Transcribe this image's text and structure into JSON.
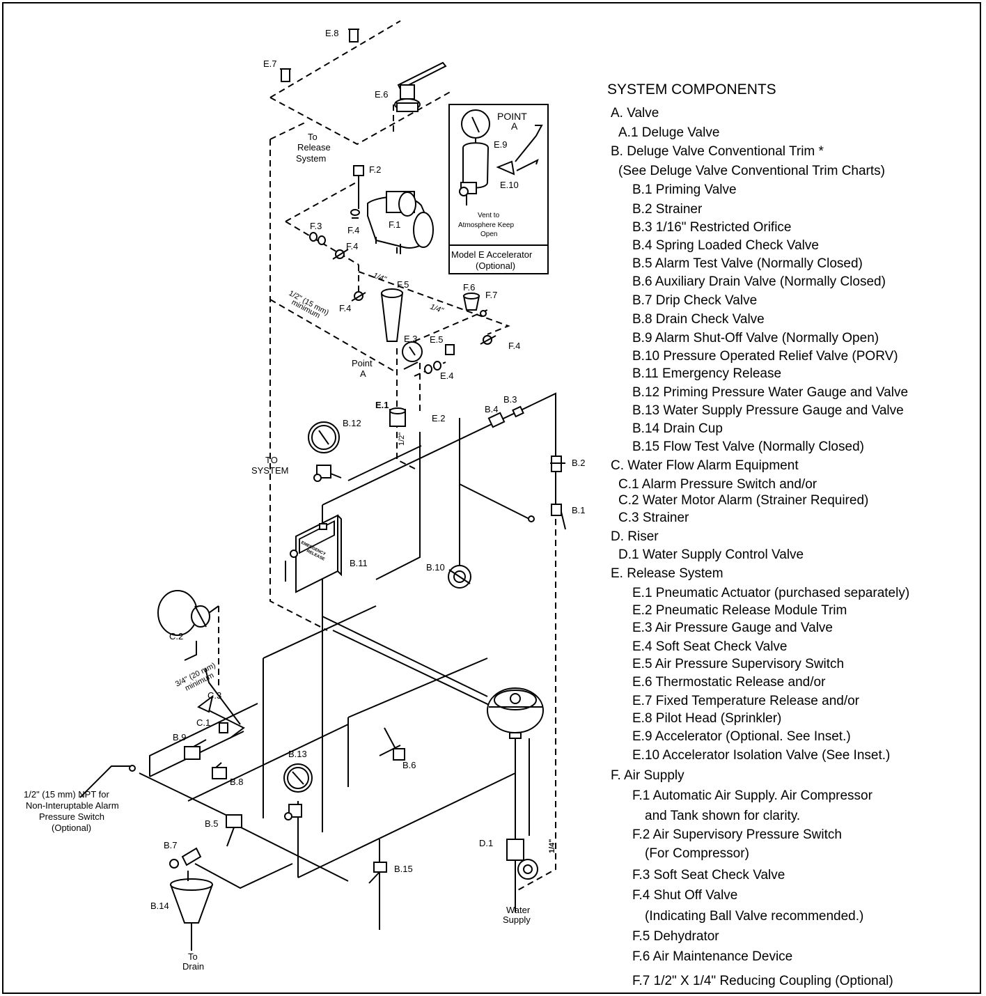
{
  "legend": {
    "title": "SYSTEM COMPONENTS",
    "items": [
      {
        "text": "A. Valve",
        "indent": 0
      },
      {
        "text": "A.1  Deluge Valve",
        "indent": 1
      },
      {
        "text": "B. Deluge Valve Conventional Trim *",
        "indent": 0
      },
      {
        "text": "(See Deluge Valve Conventional Trim Charts)",
        "indent": 1
      },
      {
        "text": "B.1  Priming Valve",
        "indent": 2
      },
      {
        "text": "B.2  Strainer",
        "indent": 2
      },
      {
        "text": "B.3  1/16\" Restricted Orifice",
        "indent": 2
      },
      {
        "text": "B.4  Spring Loaded Check Valve",
        "indent": 2
      },
      {
        "text": "B.5  Alarm Test Valve (Normally Closed)",
        "indent": 2
      },
      {
        "text": "B.6  Auxiliary Drain Valve (Normally Closed)",
        "indent": 2
      },
      {
        "text": "B.7  Drip Check Valve",
        "indent": 2
      },
      {
        "text": "B.8  Drain Check Valve",
        "indent": 2
      },
      {
        "text": "B.9  Alarm Shut-Off Valve (Normally Open)",
        "indent": 2
      },
      {
        "text": "B.10 Pressure Operated Relief Valve (PORV)",
        "indent": 2
      },
      {
        "text": "B.11 Emergency Release",
        "indent": 2
      },
      {
        "text": "B.12 Priming Pressure Water Gauge and Valve",
        "indent": 2
      },
      {
        "text": "B.13 Water Supply Pressure Gauge and Valve",
        "indent": 2
      },
      {
        "text": "B.14 Drain Cup",
        "indent": 2
      },
      {
        "text": "B.15 Flow Test Valve (Normally Closed)",
        "indent": 2
      },
      {
        "text": "C. Water Flow Alarm Equipment",
        "indent": 0
      },
      {
        "text": "C.1  Alarm Pressure Switch and/or",
        "indent": 1
      },
      {
        "text": "C.2  Water Motor Alarm (Strainer Required)",
        "indent": 1
      },
      {
        "text": "C.3  Strainer",
        "indent": 1
      },
      {
        "text": "D. Riser",
        "indent": 0
      },
      {
        "text": "D.1  Water Supply Control Valve",
        "indent": 1
      },
      {
        "text": "E. Release System",
        "indent": 0
      },
      {
        "text": "E.1  Pneumatic Actuator (purchased separately)",
        "indent": 2
      },
      {
        "text": "E.2  Pneumatic Release Module Trim",
        "indent": 2
      },
      {
        "text": "E.3  Air Pressure Gauge and Valve",
        "indent": 2
      },
      {
        "text": "E.4  Soft Seat Check Valve",
        "indent": 2
      },
      {
        "text": "E.5  Air Pressure Supervisory Switch",
        "indent": 2
      },
      {
        "text": "E.6  Thermostatic Release and/or",
        "indent": 2
      },
      {
        "text": "E.7  Fixed Temperature Release and/or",
        "indent": 2
      },
      {
        "text": "E.8  Pilot Head (Sprinkler)",
        "indent": 2
      },
      {
        "text": "E.9  Accelerator (Optional. See Inset.)",
        "indent": 2
      },
      {
        "text": "E.10 Accelerator Isolation Valve (See Inset.)",
        "indent": 2
      },
      {
        "text": "F. Air Supply",
        "indent": 0
      },
      {
        "text": "F.1  Automatic Air Supply. Air Compressor",
        "indent": 2
      },
      {
        "text": "and Tank shown for clarity.",
        "indent": 3
      },
      {
        "text": "F.2  Air Supervisory Pressure Switch",
        "indent": 2
      },
      {
        "text": "(For Compressor)",
        "indent": 3
      },
      {
        "text": "F.3  Soft Seat Check Valve",
        "indent": 2
      },
      {
        "text": "F.4  Shut Off Valve",
        "indent": 2
      },
      {
        "text": "(Indicating Ball Valve recommended.)",
        "indent": 3
      },
      {
        "text": "F.5  Dehydrator",
        "indent": 2
      },
      {
        "text": "F.6  Air Maintenance Device",
        "indent": 2
      },
      {
        "text": "F.7  1/2\" X 1/4\" Reducing Coupling (Optional)",
        "indent": 2
      }
    ]
  },
  "labels": {
    "e8": "E.8",
    "e7": "E.7",
    "e6": "E.6",
    "f2": "F.2",
    "f1": "F.1",
    "f3": "F.3",
    "f4a": "F.4",
    "f4b": "F.4",
    "f4c": "F.4",
    "f4d": "F.4",
    "f5": "F.5",
    "f6": "F.6",
    "f7": "F.7",
    "e3": "E.3",
    "e5": "E.5",
    "e4": "E.4",
    "e1": "E.1",
    "e2": "E.2",
    "b3": "B.3",
    "b4": "B.4",
    "b12": "B.12",
    "b2": "B.2",
    "b1": "B.1",
    "b11": "B.11",
    "b10": "B.10",
    "c2": "C.2",
    "c3": "C.3",
    "c1": "C.1",
    "b9": "B.9",
    "b8": "B.8",
    "b13": "B.13",
    "b6": "B.6",
    "b5": "B.5",
    "b7": "B.7",
    "b14": "B.14",
    "b15": "B.15",
    "d1": "D.1",
    "to_release_1": "To",
    "to_release_2": "Release",
    "to_release_3": "System",
    "to_system_1": "TO",
    "to_system_2": "SYSTEM",
    "point_a_1": "Point",
    "point_a_2": "A",
    "half_inch_min_1": "1/2\" (15 mm)",
    "half_inch_min_2": "minimum",
    "quarter_1": "1/4\"",
    "quarter_2": "1/4\"",
    "quarter_riser": "1/4\"",
    "half_e1": "1/2\"",
    "three_quarter_1": "3/4\" (20 mm)",
    "three_quarter_2": "minimum",
    "npt_1": "1/2\" (15 mm) NPT for",
    "npt_2": "Non-Interuptable Alarm",
    "npt_3": "Pressure Switch",
    "npt_4": "(Optional)",
    "water_1": "Water",
    "water_2": "Supply",
    "drain_1": "To",
    "drain_2": "Drain"
  },
  "inset": {
    "point_1": "POINT",
    "point_2": "A",
    "e9": "E.9",
    "e10": "E.10",
    "vent_1": "Vent to",
    "vent_2": "Atmosphere Keep",
    "vent_3": "Open",
    "title_1": "Model E Accelerator",
    "title_2": "(Optional)"
  },
  "emergency_release_plate_1": "EMERGENCY",
  "emergency_release_plate_2": "RELEASE"
}
